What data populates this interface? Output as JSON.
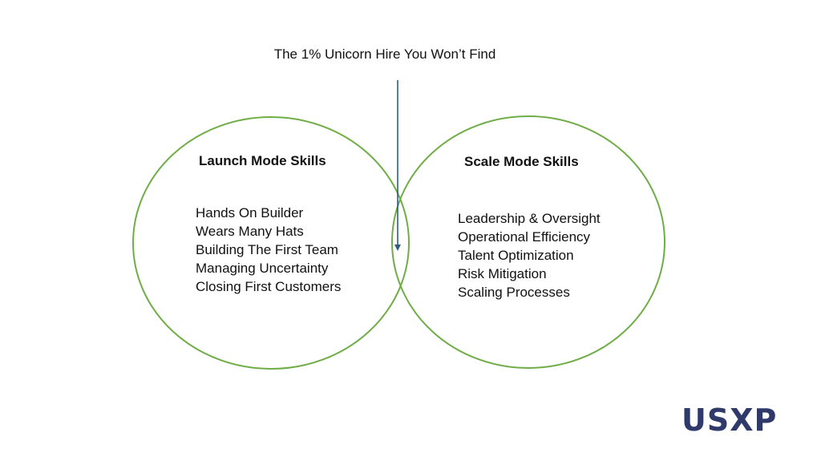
{
  "title": "The 1% Unicorn Hire You Won’t Find",
  "left_circle": {
    "heading": "Launch Mode Skills",
    "items": [
      "Hands On Builder",
      "Wears Many Hats",
      "Building The First Team",
      "Managing Uncertainty",
      "Closing First Customers"
    ]
  },
  "right_circle": {
    "heading": "Scale Mode Skills",
    "items": [
      "Leadership & Oversight",
      "Operational Efficiency",
      "Talent Optimization",
      "Risk Mitigation",
      "Scaling Processes"
    ]
  },
  "logo": "USXP",
  "colors": {
    "circle_stroke": "#70ad47",
    "arrow": "#2e5d7e",
    "logo": "#2f3a6b",
    "text": "#111111"
  }
}
